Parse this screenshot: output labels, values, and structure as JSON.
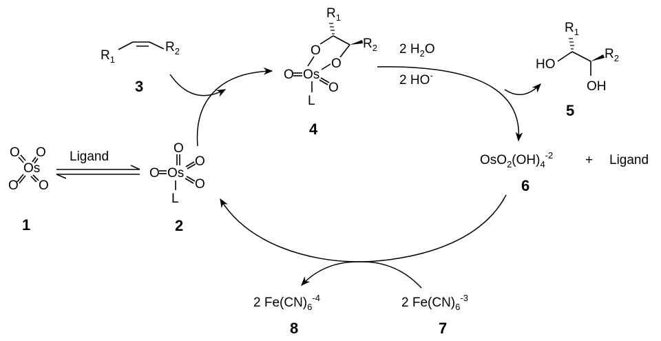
{
  "compound_numbers": {
    "c1": "1",
    "c2": "2",
    "c3": "3",
    "c4": "4",
    "c5": "5",
    "c6": "6",
    "c7": "7",
    "c8": "8"
  },
  "equilibrium_label": "Ligand",
  "reagents": {
    "water_coef": "2 H",
    "water_sub": "2",
    "water_tail": "O",
    "hydroxide": "2 HO",
    "hydroxide_charge": "-"
  },
  "species_6": {
    "main": "OsO",
    "sub1": "2",
    "mid": "(OH)",
    "sub2": "4",
    "charge": "-2",
    "plus": "+",
    "ligand": "Ligand"
  },
  "species_7": {
    "text": "2 Fe(CN)",
    "sub": "6",
    "charge": "-3"
  },
  "species_8": {
    "text": "2 Fe(CN)",
    "sub": "6",
    "charge": "-4"
  },
  "atoms": {
    "O": "O",
    "Os": "Os",
    "L": "L",
    "R": "R",
    "HO": "HO",
    "OH": "OH",
    "sub1": "1",
    "sub2": "2",
    "dash": "="
  }
}
